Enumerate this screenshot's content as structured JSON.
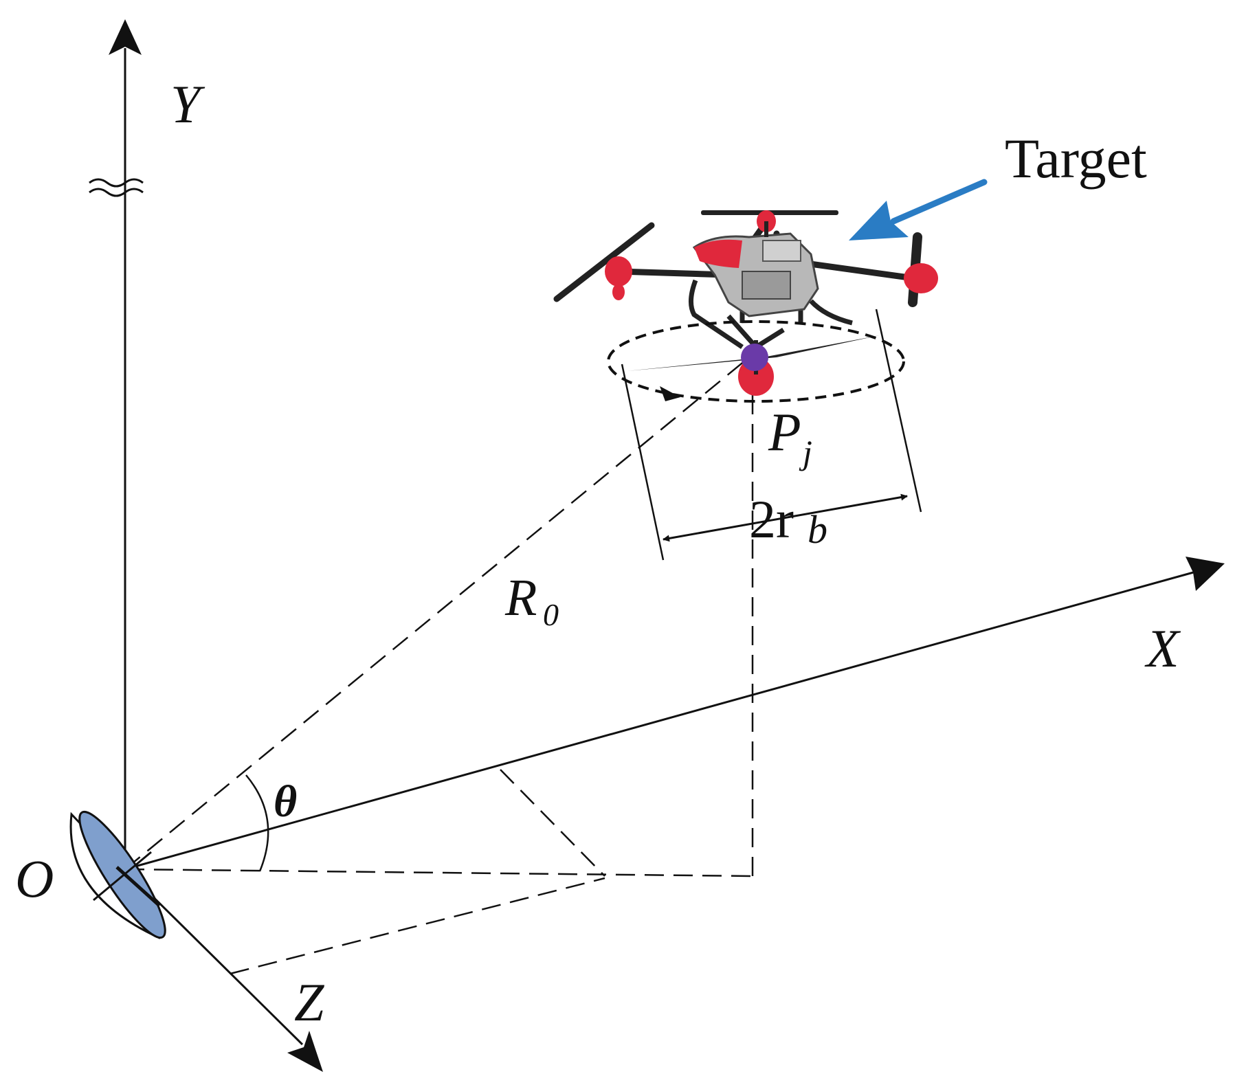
{
  "labels": {
    "y_axis": "Y",
    "x_axis": "X",
    "z_axis": "Z",
    "origin": "O",
    "target": "Target",
    "range_main": "R",
    "range_sub": "0",
    "point_main": "P",
    "point_sub": "j",
    "diameter_main": "2r",
    "diameter_sub": "b",
    "angle": "θ"
  },
  "colors": {
    "ink": "#111111",
    "target_arrow": "#2a7cc4",
    "antenna_fill": "#7f9fcd",
    "scatter_point": "#6a3aa8",
    "drone_red": "#e0283c",
    "drone_body": "#b8b8b8"
  },
  "icons": {
    "radar": "radar-dish-icon",
    "drone": "drone-icon"
  }
}
